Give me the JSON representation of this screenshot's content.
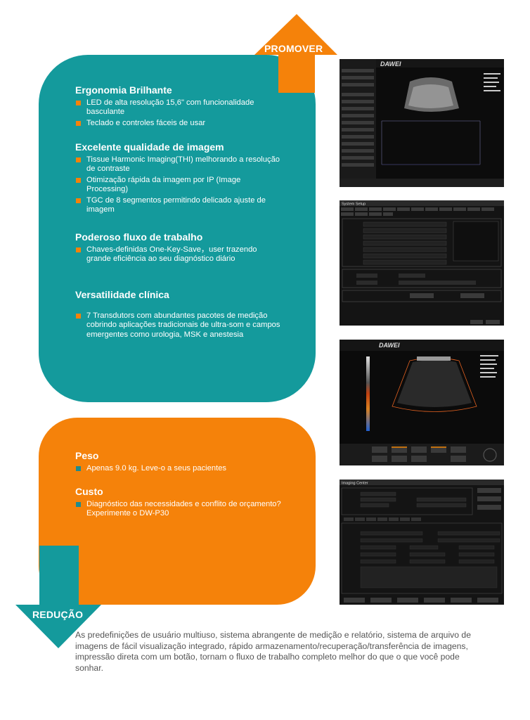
{
  "colors": {
    "teal": "#149a9c",
    "orange": "#f5820a",
    "bullet_teal_panel": "#f5820a",
    "bullet_orange_panel": "#1f8b8d"
  },
  "arrows": {
    "up_label": "PROMOVER",
    "down_label": "REDUÇÃO"
  },
  "teal_panel": {
    "sections": [
      {
        "title": "Ergonomia Brilhante",
        "items": [
          "LED de alta resolução 15,6\" com funcionalidade basculante",
          "Teclado e controles fáceis de usar"
        ]
      },
      {
        "title": "Excelente qualidade de imagem",
        "items": [
          "Tissue Harmonic Imaging(THI) melhorando a resolução de contraste",
          "Otimização rápida da imagem por IP (Image Processing)",
          "TGC de 8 segmentos permitindo delicado ajuste de imagem"
        ]
      },
      {
        "title": "Poderoso fluxo de trabalho",
        "items": [
          "Chaves-definidas One-Key-Save，user trazendo grande eficiência ao seu diagnóstico diário"
        ]
      },
      {
        "title": "Versatilidade clínica",
        "items": [
          "7 Transdutors com abundantes pacotes de medição cobrindo aplicações tradicionais de ultra-som e campos emergentes como urologia, MSK e anestesia"
        ]
      }
    ]
  },
  "orange_panel": {
    "sections": [
      {
        "title": "Peso",
        "items": [
          "Apenas 9.0 kg. Leve-o a seus pacientes"
        ]
      },
      {
        "title": "Custo",
        "items": [
          "Diagnóstico das necessidades e conflito de orçamento? Experimente o DW-P30"
        ]
      }
    ]
  },
  "footer_text": "As predefinições de usuário multiuso, sistema abrangente de medição e relatório, sistema de arquivo de imagens de fácil visualização integrado, rápido armazenamento/recuperação/transferência de imagens, impressão direta com um botão, tornam o fluxo de trabalho completo melhor do que o que você pode sonhar.",
  "screenshots": {
    "s1": {
      "logo": "DAWEI"
    },
    "s2": {
      "title": "System Setup"
    },
    "s3": {
      "logo": "DAWEI"
    },
    "s4": {
      "title": "Imaging Center"
    }
  }
}
